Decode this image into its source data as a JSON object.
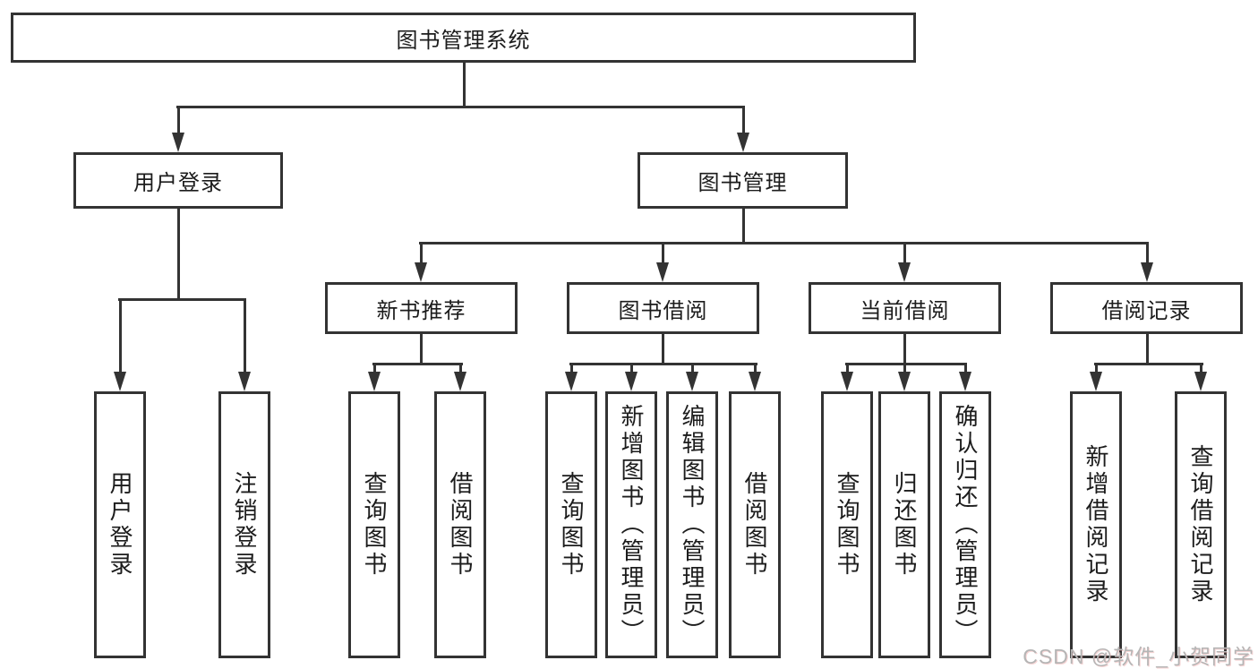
{
  "tree": {
    "label": "图书管理系统",
    "children": [
      {
        "label": "用户登录",
        "children": [
          {
            "label": "用户登录"
          },
          {
            "label": "注销登录"
          }
        ]
      },
      {
        "label": "图书管理",
        "children": [
          {
            "label": "新书推荐",
            "children": [
              {
                "label": "查询图书"
              },
              {
                "label": "借阅图书"
              }
            ]
          },
          {
            "label": "图书借阅",
            "children": [
              {
                "label": "查询图书"
              },
              {
                "label": "新增图书（管理员）"
              },
              {
                "label": "编辑图书（管理员）"
              },
              {
                "label": "借阅图书"
              }
            ]
          },
          {
            "label": "当前借阅",
            "children": [
              {
                "label": "查询图书"
              },
              {
                "label": "归还图书"
              },
              {
                "label": "确认归还（管理员）"
              }
            ]
          },
          {
            "label": "借阅记录",
            "children": [
              {
                "label": "新增借阅记录"
              },
              {
                "label": "查询借阅记录"
              }
            ]
          }
        ]
      }
    ]
  },
  "watermark": {
    "text": "CSDN @软件_小贺同学"
  },
  "colors": {
    "line": "#333333",
    "box_border": "#333333",
    "text": "#1c1c1c",
    "background": "#ffffff",
    "watermark": "#b5b5b5"
  }
}
